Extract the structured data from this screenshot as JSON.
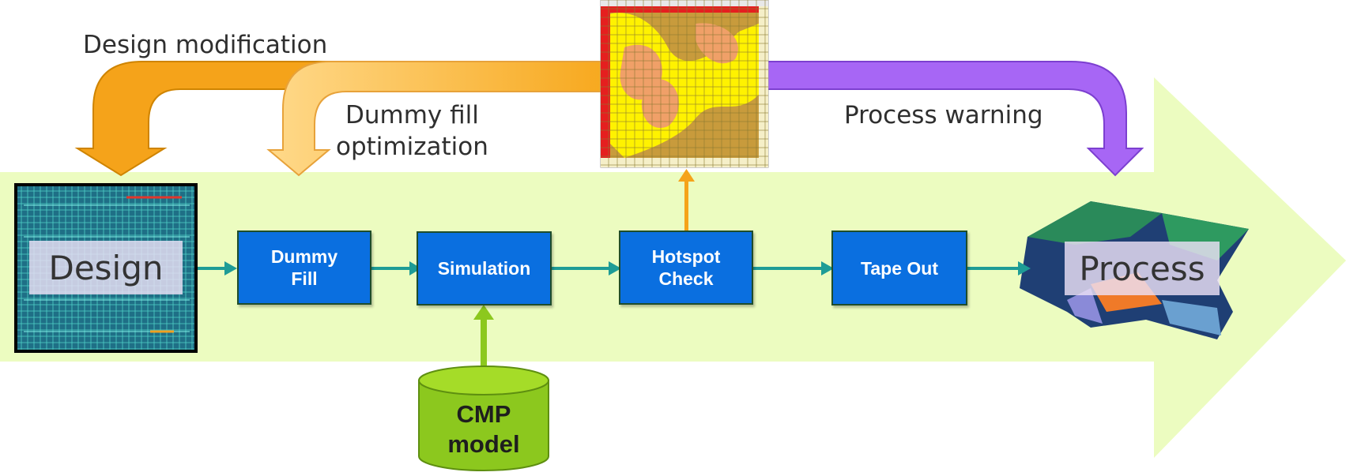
{
  "feedback": {
    "design_modification": "Design modification",
    "dummy_fill_optimization": "Dummy fill\noptimization",
    "process_warning": "Process warning"
  },
  "flow": {
    "design": "Design",
    "dummy_fill": "Dummy\nFill",
    "simulation": "Simulation",
    "hotspot_check": "Hotspot\nCheck",
    "tape_out": "Tape Out",
    "process": "Process"
  },
  "cmp_model": "CMP\nmodel",
  "colors": {
    "big_arrow": "#ecfcc0",
    "box_fill": "#0a6fe0",
    "connector": "#1e9c96",
    "design_mod_arrow": "#f5a31a",
    "dummy_fill_arrow": "#fcc25a",
    "process_warning_arrow": "#a766f5",
    "cmp_cylinder": "#8cc81e",
    "hotspot_up_arrow": "#f5a31a"
  }
}
